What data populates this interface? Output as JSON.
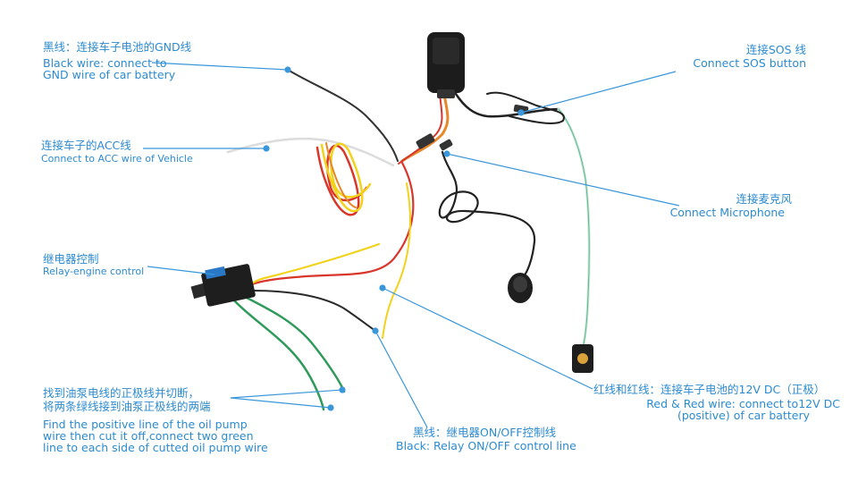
{
  "labels": {
    "gnd": {
      "zh": "黑线：连接车子电池的GND线",
      "en1": "Black wire: connect to",
      "en2": "GND wire of car battery"
    },
    "acc": {
      "zh": "连接车子的ACC线",
      "en": "Connect to ACC wire of Vehicle"
    },
    "relay": {
      "zh": "继电器控制",
      "en": "Relay-engine control"
    },
    "pump": {
      "zh1": "找到油泵电线的正极线并切断，",
      "zh2": "将两条绿线接到油泵正极线的两端",
      "en1": "Find the positive line of the oil pump",
      "en2": "wire then cut it off,connect two green",
      "en3": "line to each side of cutted oil pump wire"
    },
    "black_relay": {
      "zh": "黑线：继电器ON/OFF控制线",
      "en": "Black: Relay ON/OFF control line"
    },
    "sos": {
      "zh": "连接SOS 线",
      "en": "Connect SOS button"
    },
    "mic": {
      "zh": "连接麦克风",
      "en": "Connect Microphone"
    },
    "red": {
      "zh": "红线和红线：连接车子电池的12V DC（正极）",
      "en1": "Red & Red wire: connect to12V DC",
      "en2": "(positive) of car battery"
    }
  },
  "colors": {
    "label_blue": "#2c8bd0",
    "pointer_blue": "#3a97db",
    "device_black": "#1c1c1c",
    "wire_red": "#d9362b",
    "wire_yellow": "#f2d21b",
    "wire_orange": "#e8862a",
    "wire_green": "#2f9a5a",
    "wire_black": "#2a2a2a",
    "relay_blue": "#2a79c9"
  },
  "icons": [
    "gps-tracker-device",
    "relay-module",
    "microphone",
    "sos-button"
  ]
}
